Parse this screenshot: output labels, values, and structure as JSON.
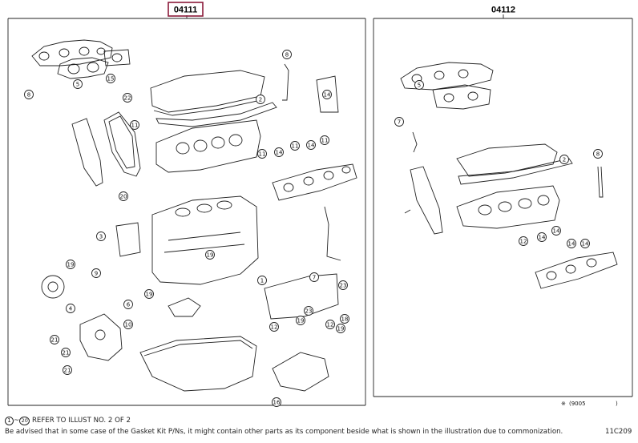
{
  "diagram": {
    "left_group_code": "04111",
    "right_group_code": "04112",
    "right_note_mark": "※",
    "right_note_text": "(9005",
    "right_note_close": ")"
  },
  "footer": {
    "refer_range_start": "1",
    "refer_range_end": "20",
    "refer_text": "REFER TO ILLUST NO. 2 OF 2",
    "advisory": "Be advised that in some case of the Gasket Kit P/Ns, it might contain other parts as its component beside what is shown in the illustration due to commonization.",
    "illustration_id": "11C209"
  },
  "callouts": {
    "left": [
      "5",
      "15",
      "8",
      "8",
      "22",
      "2",
      "14",
      "11",
      "11",
      "14",
      "11",
      "14",
      "11",
      "20",
      "3",
      "19",
      "19",
      "9",
      "19",
      "1",
      "7",
      "4",
      "6",
      "23",
      "21",
      "21",
      "10",
      "18",
      "12",
      "12",
      "19",
      "21",
      "23",
      "19",
      "16"
    ],
    "right": [
      "7",
      "5",
      "8",
      "2",
      "12",
      "14",
      "14",
      "14",
      "14"
    ]
  },
  "colors": {
    "highlight_box": "#8b1a3a",
    "line": "#222222"
  }
}
